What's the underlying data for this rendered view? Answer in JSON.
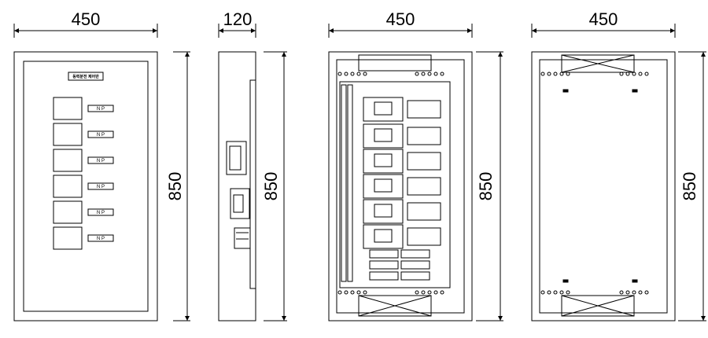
{
  "dimensions": {
    "front_width": "450",
    "front_height": "850",
    "side_depth": "120",
    "side_height": "850",
    "interior_width": "450",
    "interior_height": "850",
    "back_width": "450",
    "back_height": "850"
  },
  "front_panel": {
    "title": "동력분전 제어반",
    "np_label": "N P",
    "module_count": 6
  }
}
